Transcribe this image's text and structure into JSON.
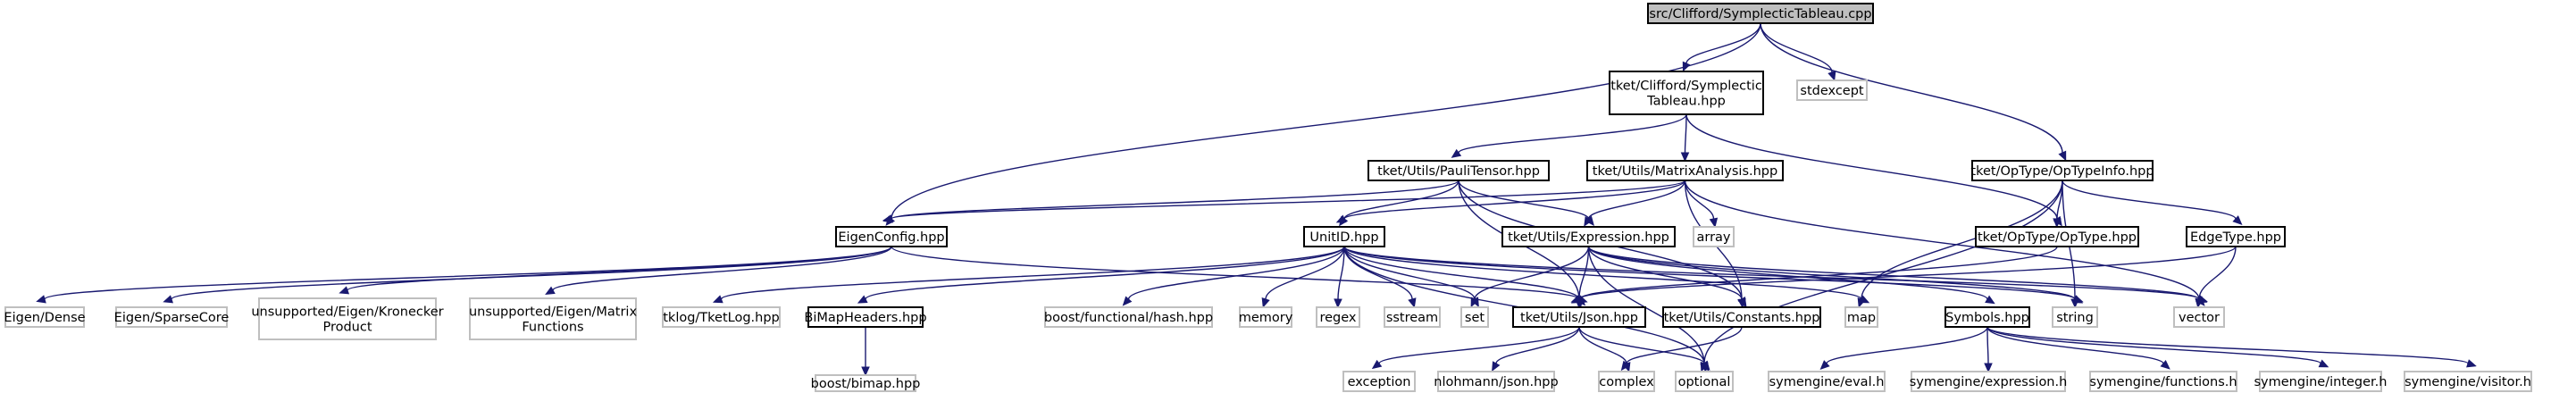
{
  "graph": {
    "nodes": [
      {
        "id": "root",
        "kind": "root",
        "lines": [
          "src/Clifford/SymplecticTableau.cpp"
        ]
      },
      {
        "id": "symtab",
        "kind": "internal",
        "lines": [
          "tket/Clifford/Symplectic",
          "Tableau.hpp"
        ]
      },
      {
        "id": "stdexcept",
        "kind": "external",
        "lines": [
          "stdexcept"
        ]
      },
      {
        "id": "optypeinfo",
        "kind": "internal",
        "lines": [
          "tket/OpType/OpTypeInfo.hpp"
        ]
      },
      {
        "id": "paulitensor",
        "kind": "internal",
        "lines": [
          "tket/Utils/PauliTensor.hpp"
        ]
      },
      {
        "id": "matrixanalysis",
        "kind": "internal",
        "lines": [
          "tket/Utils/MatrixAnalysis.hpp"
        ]
      },
      {
        "id": "eigenconfig",
        "kind": "internal",
        "lines": [
          "EigenConfig.hpp"
        ]
      },
      {
        "id": "unitid",
        "kind": "internal",
        "lines": [
          "UnitID.hpp"
        ]
      },
      {
        "id": "expression",
        "kind": "internal",
        "lines": [
          "tket/Utils/Expression.hpp"
        ]
      },
      {
        "id": "array",
        "kind": "external",
        "lines": [
          "array"
        ]
      },
      {
        "id": "optype",
        "kind": "internal",
        "lines": [
          "tket/OpType/OpType.hpp"
        ]
      },
      {
        "id": "edgetype",
        "kind": "internal",
        "lines": [
          "EdgeType.hpp"
        ]
      },
      {
        "id": "eigendense",
        "kind": "external",
        "lines": [
          "Eigen/Dense"
        ]
      },
      {
        "id": "eigensparse",
        "kind": "external",
        "lines": [
          "Eigen/SparseCore"
        ]
      },
      {
        "id": "kronecker",
        "kind": "external",
        "lines": [
          "unsupported/Eigen/Kronecker",
          "Product"
        ]
      },
      {
        "id": "matfunc",
        "kind": "external",
        "lines": [
          "unsupported/Eigen/Matrix",
          "Functions"
        ]
      },
      {
        "id": "tketlog",
        "kind": "external",
        "lines": [
          "tklog/TketLog.hpp"
        ]
      },
      {
        "id": "bimapheaders",
        "kind": "internal",
        "lines": [
          "BiMapHeaders.hpp"
        ]
      },
      {
        "id": "hash",
        "kind": "external",
        "lines": [
          "boost/functional/hash.hpp"
        ]
      },
      {
        "id": "memory",
        "kind": "external",
        "lines": [
          "memory"
        ]
      },
      {
        "id": "regex",
        "kind": "external",
        "lines": [
          "regex"
        ]
      },
      {
        "id": "sstream",
        "kind": "external",
        "lines": [
          "sstream"
        ]
      },
      {
        "id": "set",
        "kind": "external",
        "lines": [
          "set"
        ]
      },
      {
        "id": "json",
        "kind": "internal",
        "lines": [
          "tket/Utils/Json.hpp"
        ]
      },
      {
        "id": "constants",
        "kind": "internal",
        "lines": [
          "tket/Utils/Constants.hpp"
        ]
      },
      {
        "id": "map",
        "kind": "external",
        "lines": [
          "map"
        ]
      },
      {
        "id": "symbols",
        "kind": "internal",
        "lines": [
          "Symbols.hpp"
        ]
      },
      {
        "id": "string",
        "kind": "external",
        "lines": [
          "string"
        ]
      },
      {
        "id": "vector",
        "kind": "external",
        "lines": [
          "vector"
        ]
      },
      {
        "id": "bimap",
        "kind": "external",
        "lines": [
          "boost/bimap.hpp"
        ]
      },
      {
        "id": "exception",
        "kind": "external",
        "lines": [
          "exception"
        ]
      },
      {
        "id": "nlohmann",
        "kind": "external",
        "lines": [
          "nlohmann/json.hpp"
        ]
      },
      {
        "id": "complex",
        "kind": "external",
        "lines": [
          "complex"
        ]
      },
      {
        "id": "optional",
        "kind": "external",
        "lines": [
          "optional"
        ]
      },
      {
        "id": "symeval",
        "kind": "external",
        "lines": [
          "symengine/eval.h"
        ]
      },
      {
        "id": "symexpr",
        "kind": "external",
        "lines": [
          "symengine/expression.h"
        ]
      },
      {
        "id": "symfunc",
        "kind": "external",
        "lines": [
          "symengine/functions.h"
        ]
      },
      {
        "id": "symint",
        "kind": "external",
        "lines": [
          "symengine/integer.h"
        ]
      },
      {
        "id": "symvisit",
        "kind": "external",
        "lines": [
          "symengine/visitor.h"
        ]
      }
    ],
    "edges": [
      [
        "root",
        "symtab"
      ],
      [
        "root",
        "stdexcept"
      ],
      [
        "root",
        "optypeinfo"
      ],
      [
        "root",
        "eigenconfig"
      ],
      [
        "symtab",
        "paulitensor"
      ],
      [
        "symtab",
        "matrixanalysis"
      ],
      [
        "symtab",
        "optype"
      ],
      [
        "optypeinfo",
        "optype"
      ],
      [
        "optypeinfo",
        "edgetype"
      ],
      [
        "optypeinfo",
        "map"
      ],
      [
        "optypeinfo",
        "string"
      ],
      [
        "optypeinfo",
        "optional"
      ],
      [
        "paulitensor",
        "eigenconfig"
      ],
      [
        "paulitensor",
        "unitid"
      ],
      [
        "paulitensor",
        "expression"
      ],
      [
        "paulitensor",
        "json"
      ],
      [
        "paulitensor",
        "constants"
      ],
      [
        "matrixanalysis",
        "eigenconfig"
      ],
      [
        "matrixanalysis",
        "unitid"
      ],
      [
        "matrixanalysis",
        "expression"
      ],
      [
        "matrixanalysis",
        "array"
      ],
      [
        "matrixanalysis",
        "constants"
      ],
      [
        "matrixanalysis",
        "vector"
      ],
      [
        "eigenconfig",
        "eigendense"
      ],
      [
        "eigenconfig",
        "eigensparse"
      ],
      [
        "eigenconfig",
        "kronecker"
      ],
      [
        "eigenconfig",
        "matfunc"
      ],
      [
        "eigenconfig",
        "json"
      ],
      [
        "unitid",
        "tketlog"
      ],
      [
        "unitid",
        "bimapheaders"
      ],
      [
        "unitid",
        "hash"
      ],
      [
        "unitid",
        "memory"
      ],
      [
        "unitid",
        "regex"
      ],
      [
        "unitid",
        "sstream"
      ],
      [
        "unitid",
        "set"
      ],
      [
        "unitid",
        "json"
      ],
      [
        "unitid",
        "map"
      ],
      [
        "unitid",
        "string"
      ],
      [
        "unitid",
        "vector"
      ],
      [
        "unitid",
        "optional"
      ],
      [
        "expression",
        "set"
      ],
      [
        "expression",
        "json"
      ],
      [
        "expression",
        "constants"
      ],
      [
        "expression",
        "symbols"
      ],
      [
        "expression",
        "string"
      ],
      [
        "expression",
        "vector"
      ],
      [
        "expression",
        "optional"
      ],
      [
        "optype",
        "json"
      ],
      [
        "edgetype",
        "json"
      ],
      [
        "edgetype",
        "vector"
      ],
      [
        "bimapheaders",
        "bimap"
      ],
      [
        "json",
        "exception"
      ],
      [
        "json",
        "nlohmann"
      ],
      [
        "json",
        "complex"
      ],
      [
        "json",
        "optional"
      ],
      [
        "constants",
        "complex"
      ],
      [
        "symbols",
        "symeval"
      ],
      [
        "symbols",
        "symexpr"
      ],
      [
        "symbols",
        "symfunc"
      ],
      [
        "symbols",
        "symint"
      ],
      [
        "symbols",
        "symvisit"
      ]
    ]
  }
}
